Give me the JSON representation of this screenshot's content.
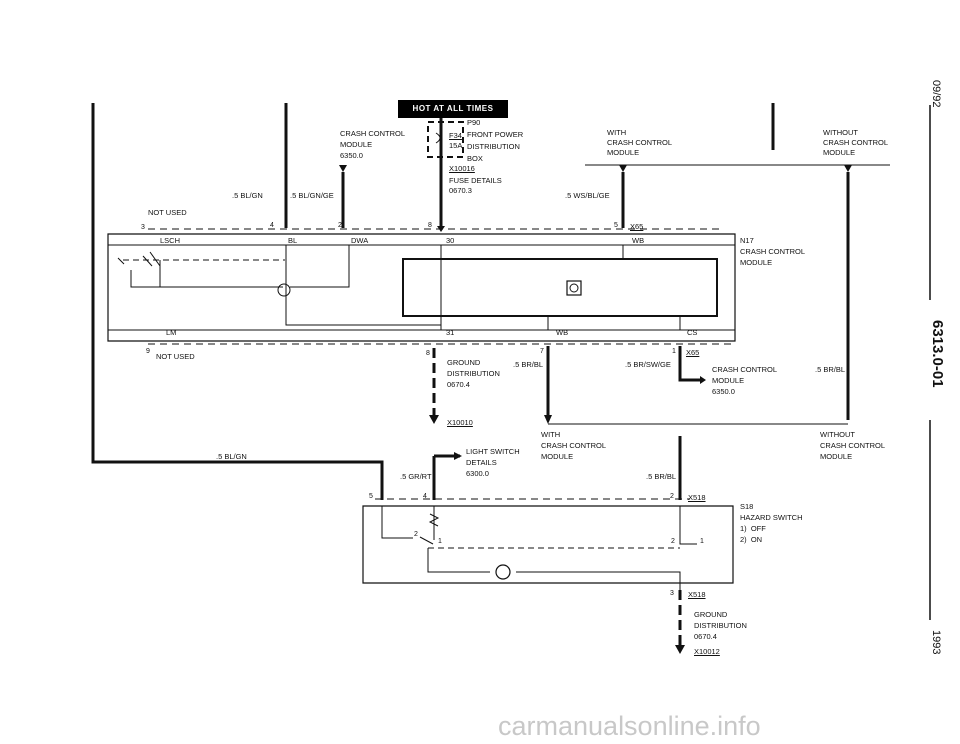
{
  "page": {
    "code": "6313.0-01",
    "date": "09/92",
    "year": "1993"
  },
  "banner": "HOT AT ALL TIMES",
  "fuse": {
    "id": "F34",
    "rating": "15A",
    "p90_lines": [
      "P90",
      "FRONT POWER",
      "DISTRIBUTION",
      "BOX"
    ],
    "connector": "X10016",
    "details": [
      "FUSE DETAILS",
      "0670.3"
    ]
  },
  "crash_ref_top": [
    "CRASH CONTROL",
    "MODULE",
    "6350.0"
  ],
  "with_top": [
    "WITH",
    "CRASH CONTROL",
    "MODULE"
  ],
  "without_top": [
    "WITHOUT",
    "CRASH CONTROL",
    "MODULE"
  ],
  "wires": {
    "w1": ".5 BL/GN",
    "w2": ".5 BL/GN/GE",
    "w3": ".5 WS/BL/GE",
    "w4": ".5 BR/BL",
    "w5": ".5 BR/SW/GE",
    "w6": ".5 BR/BL",
    "w7": ".5 BL/GN",
    "w8": ".5 GR/RT",
    "w9": ".5 BR/BL"
  },
  "not_used_top": "NOT USED",
  "not_used_bot": "NOT USED",
  "pins_top": {
    "p3": "3",
    "p4": "4",
    "p2": "2",
    "p8": "8",
    "p5": "5"
  },
  "x65": "X65",
  "n17": [
    "N17",
    "CRASH CONTROL",
    "MODULE"
  ],
  "terminals": {
    "lsch": "LSCH",
    "bl": "BL",
    "dwa": "DWA",
    "t30": "30",
    "wb": "WB",
    "lm": "LM",
    "t31": "31",
    "wb2": "WB",
    "cs": "CS"
  },
  "pins_mid": {
    "p9": "9",
    "p8": "8",
    "p7": "7",
    "p1": "1"
  },
  "x65b": "X65",
  "ground1": {
    "lines": [
      "GROUND",
      "DISTRIBUTION",
      "0670.4"
    ],
    "conn": "X10010"
  },
  "crash_ref_mid": [
    "CRASH CONTROL",
    "MODULE",
    "6350.0"
  ],
  "with_bot": [
    "WITH",
    "CRASH CONTROL",
    "MODULE"
  ],
  "without_bot": [
    "WITHOUT",
    "CRASH CONTROL",
    "MODULE"
  ],
  "light_switch": [
    "LIGHT SWITCH",
    "DETAILS",
    "6300.0"
  ],
  "pins_s18": {
    "p5": "5",
    "p4": "4",
    "p2": "2",
    "p2b": "2",
    "p1": "1",
    "p2c": "2",
    "p1b": "1",
    "p3": "3"
  },
  "x518": "X518",
  "x518b": "X518",
  "s18": [
    "S18",
    "HAZARD SWITCH",
    "1)  OFF",
    "2)  ON"
  ],
  "ground2": {
    "lines": [
      "GROUND",
      "DISTRIBUTION",
      "0670.4"
    ],
    "conn": "X10012"
  },
  "watermark": "carmanualsonline.info"
}
